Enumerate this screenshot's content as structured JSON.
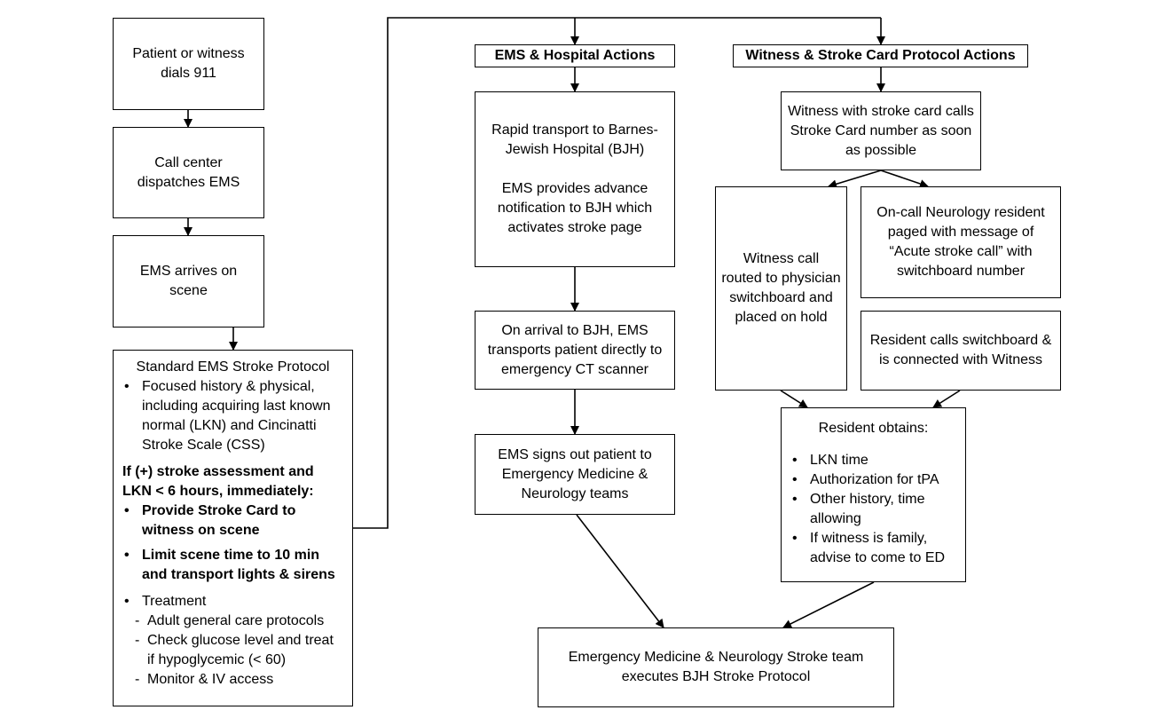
{
  "boxes": {
    "dial": "Patient or witness dials 911",
    "dispatch": "Call center dispatches EMS",
    "arrive": "EMS arrives on scene",
    "protocol": {
      "title": "Standard EMS Stroke Protocol",
      "bullet1": "Focused history & physical, including acquiring last known normal (LKN) and Cincinatti Stroke Scale (CSS)",
      "bold_intro": "If (+) stroke assessment and LKN < 6 hours, immediately:",
      "bold_bullets": [
        "Provide Stroke Card to witness on scene",
        "Limit scene time to 10 min and transport lights & sirens"
      ],
      "treatment": "Treatment",
      "sub_items": [
        "Adult general care protocols",
        "Check glucose level and treat if hypoglycemic (< 60)",
        "Monitor & IV access"
      ]
    },
    "ems_header": "EMS & Hospital Actions",
    "witness_header": "Witness & Stroke Card Protocol Actions",
    "transport_1": "Rapid transport to Barnes-Jewish Hospital (BJH)",
    "transport_2": "EMS provides advance notification to BJH which activates stroke page",
    "arrival": "On arrival to BJH, EMS transports patient directly to emergency CT scanner",
    "signout": "EMS signs out patient to Emergency Medicine & Neurology teams",
    "witness_calls": "Witness with stroke card calls Stroke Card number as soon as possible",
    "routed": "Witness call routed to physician switchboard and placed on hold",
    "paged": "On-call Neurology resident paged with message of “Acute stroke call” with switchboard number",
    "resident_calls": "Resident calls switchboard & is connected with Witness",
    "obtains": {
      "title": "Resident obtains:",
      "items": [
        "LKN time",
        "Authorization for tPA",
        "Other history, time allowing",
        "If witness is family, advise to come to ED"
      ]
    },
    "final": "Emergency Medicine & Neurology Stroke team executes BJH Stroke Protocol"
  }
}
